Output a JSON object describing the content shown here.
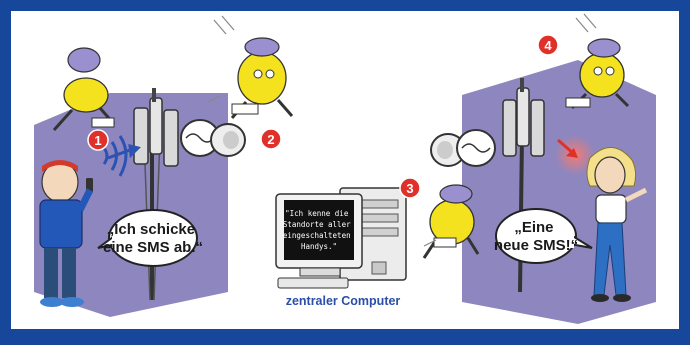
{
  "colors": {
    "frame": "#17479a",
    "panel": "#ffffff",
    "cell_zone": "#8e86be",
    "badge": "#e0302a",
    "signal": "#2c52b3"
  },
  "steps": [
    {
      "number": "1"
    },
    {
      "number": "2"
    },
    {
      "number": "3"
    },
    {
      "number": "4"
    }
  ],
  "sender": {
    "speech": [
      "„Ich schicke",
      "eine SMS ab.“"
    ]
  },
  "receiver": {
    "speech": [
      "„Eine",
      "neue SMS!“"
    ]
  },
  "computer": {
    "screen_lines": [
      "\"Ich kenne die",
      "Standorte aller",
      "eingeschalteten",
      "Handys.\""
    ],
    "caption": "zentraler Computer"
  },
  "icons": [
    "cell-tower-icon",
    "satellite-dish-icon",
    "mobile-phone-icon",
    "sms-messenger-mascot-icon",
    "computer-icon"
  ]
}
